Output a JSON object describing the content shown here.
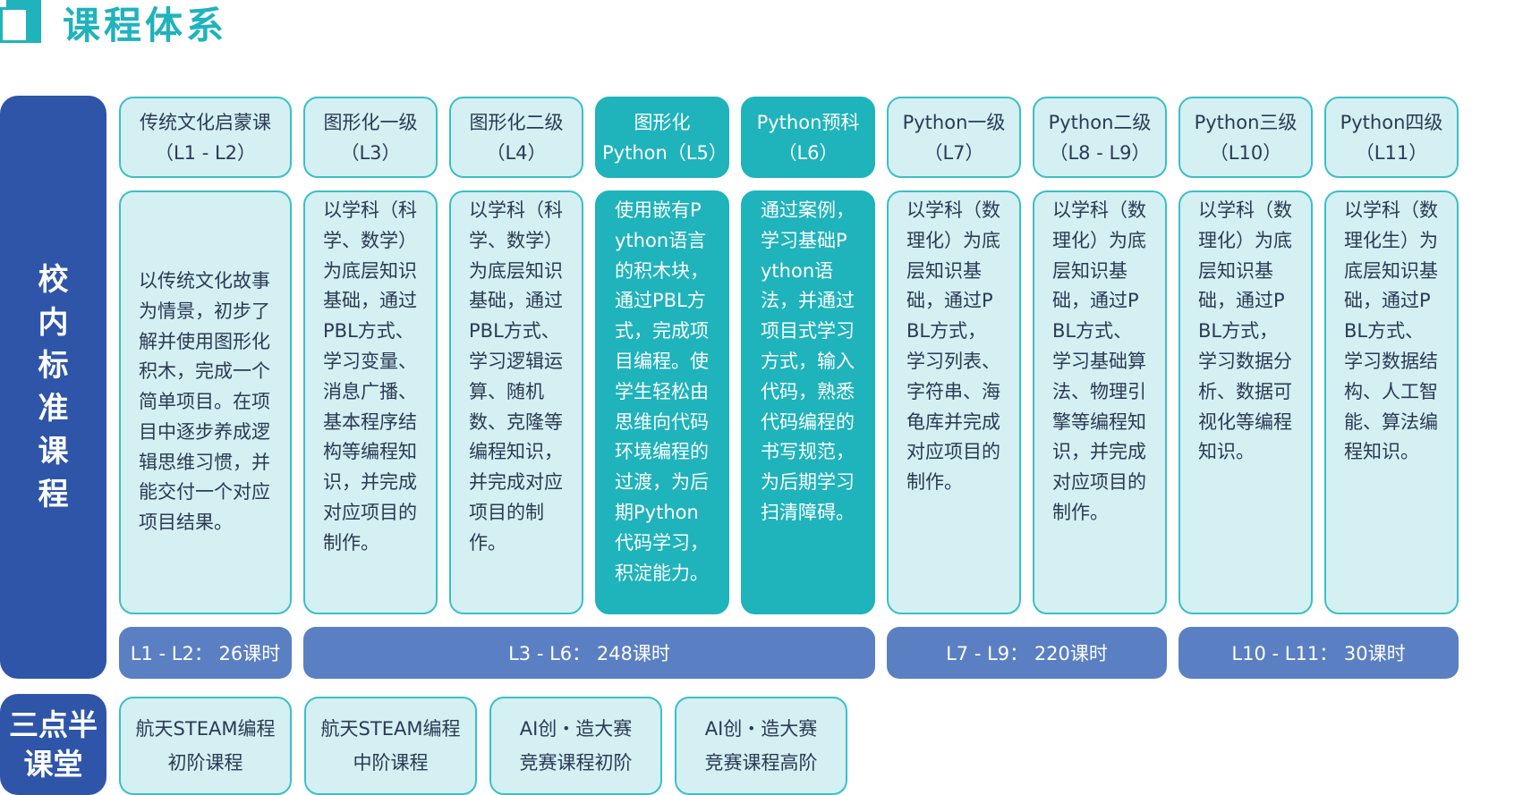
{
  "title": "课程体系",
  "section_main_label": "校内标准课程",
  "section_extra_label": "三点半课堂",
  "courses": [
    {
      "name": "传统文化启蒙课",
      "level": "（L1 - L2）",
      "desc": "以传统文化故事为情景，初步了解并使用图形化积木，完成一个简单项目。在项目中逐步养成逻辑思维习惯，并能交付一个对应项目结果。"
    },
    {
      "name": "图形化一级",
      "level": "（L3）",
      "desc": "以学科（科学、数学）为底层知识基础，通过PBL方式、学习变量、消息广播、基本程序结构等编程知识，并完成对应项目的制作。"
    },
    {
      "name": "图形化二级",
      "level": "（L4）",
      "desc": "以学科（科学、数学）为底层知识基础，通过PBL方式、学习逻辑运算、随机数、克隆等编程知识，并完成对应项目的制作。"
    },
    {
      "name": "图形化",
      "level": "Python（L5）",
      "desc": "使用嵌有Python语言的积木块，通过PBL方式，完成项目编程。使学生轻松由思维向代码环境编程的过渡，为后期Python代码学习，积淀能力。"
    },
    {
      "name": "Python预科",
      "level": "（L6）",
      "desc": "通过案例，学习基础Python语法，并通过项目式学习方式，输入代码，熟悉代码编程的书写规范，为后期学习扫清障碍。"
    },
    {
      "name": "Python一级",
      "level": "（L7）",
      "desc": "以学科（数理化）为底层知识基础，通过PBL方式，学习列表、字符串、海龟库并完成对应项目的制作。"
    },
    {
      "name": "Python二级",
      "level": "（L8 - L9）",
      "desc": "以学科（数理化）为底层知识基础，通过PBL方式、学习基础算法、物理引擎等编程知识，并完成对应项目的制作。"
    },
    {
      "name": "Python三级",
      "level": "（L10）",
      "desc": "以学科（数理化）为底层知识基础，通过PBL方式，学习数据分析、数据可视化等编程知识。"
    },
    {
      "name": "Python四级",
      "level": "（L11）",
      "desc": "以学科（数理化生）为底层知识基础，通过PBL方式、学习数据结构、人工智能、算法编程知识。"
    }
  ],
  "hours": [
    {
      "label": "L1 - L2： 26课时"
    },
    {
      "label": "L3 - L6： 248课时"
    },
    {
      "label": "L7 - L9： 220课时"
    },
    {
      "label": "L10 - L11： 30课时"
    }
  ],
  "extra_courses": [
    {
      "line1": "航天STEAM编程",
      "line2": "初阶课程"
    },
    {
      "line1": "航天STEAM编程",
      "line2": "中阶课程"
    },
    {
      "line1": "AI创・造大赛",
      "line2": "竞赛课程初阶"
    },
    {
      "line1": "AI创・造大赛",
      "line2": "竞赛课程高阶"
    }
  ],
  "colors": {
    "teal": "#1fb3bc",
    "light_teal": "#d4f0f2",
    "navy": "#2e55a8",
    "hours_blue": "#5b7fc3"
  }
}
